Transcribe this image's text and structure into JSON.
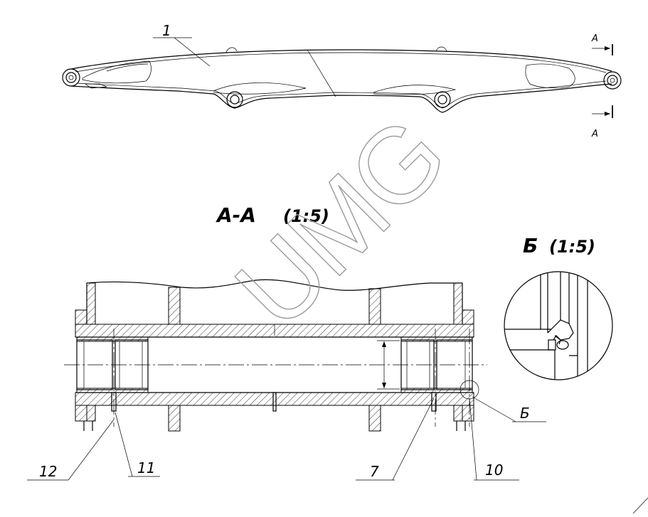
{
  "section_marker": "A",
  "watermark": "UMG",
  "section_view": {
    "title": "A-A",
    "scale": "(1:5)"
  },
  "detail_view": {
    "title": "Б",
    "scale": "(1:5)"
  },
  "callouts": {
    "part_1": "1",
    "part_7": "7",
    "part_10": "10",
    "part_11": "11",
    "part_12": "12",
    "detail_b": "Б"
  }
}
